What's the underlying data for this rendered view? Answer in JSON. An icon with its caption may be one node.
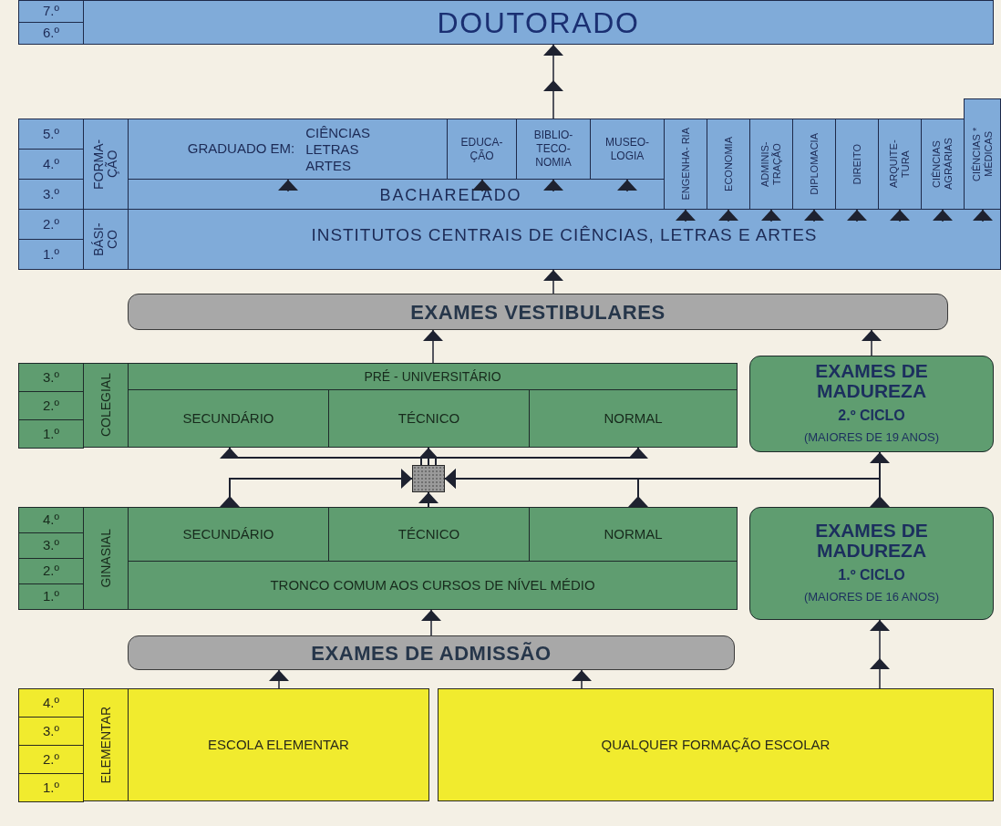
{
  "diagram": {
    "nodes": [
      {
        "text": [
          "7.º"
        ]
      },
      {
        "text": [
          "6.º"
        ]
      },
      {
        "text": [
          "DOUTORADO"
        ]
      },
      {
        "text": [
          "5.º"
        ]
      },
      {
        "text": [
          "4.º"
        ]
      },
      {
        "text": [
          "3.º"
        ]
      },
      {
        "text": [
          "2.º"
        ]
      },
      {
        "text": [
          "1.º"
        ]
      },
      {
        "text": [
          "FORMA- ÇÃO"
        ]
      },
      {
        "text": [
          "BÁSI- CO"
        ]
      },
      {
        "text": [
          "GRADUADO EM:",
          "CIÊNCIAS LETRAS ARTES"
        ]
      },
      {
        "text": [
          "EDUCA- ÇÃO"
        ]
      },
      {
        "text": [
          "BIBLIO- TECO- NOMIA"
        ]
      },
      {
        "text": [
          "MUSEO- LOGIA"
        ]
      },
      {
        "text": [
          "BACHARELADO"
        ]
      },
      {
        "text": [
          "ENGENHA- RIA"
        ]
      },
      {
        "text": [
          "ECONOMIA"
        ]
      },
      {
        "text": [
          "ADMINIS- TRAÇÃO"
        ]
      },
      {
        "text": [
          "DIPLOMACIA"
        ]
      },
      {
        "text": [
          "DIREITO"
        ]
      },
      {
        "text": [
          "ARQUITE- TURA"
        ]
      },
      {
        "text": [
          "CIÊNCIAS AGRÁRIAS"
        ]
      },
      {
        "text": [
          "CIÊNCIAS * MÉDICAS"
        ]
      },
      {
        "text": [
          "INSTITUTOS CENTRAIS DE CIÊNCIAS, LETRAS E ARTES"
        ]
      },
      {
        "text": [
          "EXAMES VESTIBULARES"
        ]
      },
      {
        "text": [
          "3.º"
        ]
      },
      {
        "text": [
          "2.º"
        ]
      },
      {
        "text": [
          "1.º"
        ]
      },
      {
        "text": [
          "COLEGIAL"
        ]
      },
      {
        "text": [
          "PRÉ - UNIVERSITÁRIO"
        ]
      },
      {
        "text": [
          "SECUNDÁRIO"
        ]
      },
      {
        "text": [
          "TÉCNICO"
        ]
      },
      {
        "text": [
          "NORMAL"
        ]
      },
      {
        "text": [
          "EXAMES DE MADUREZA",
          "2.º CICLO",
          "(MAIORES DE 19 ANOS)"
        ]
      },
      {
        "text": [],
        "shape": "box"
      },
      {
        "text": [
          "4.º"
        ]
      },
      {
        "text": [
          "3.º"
        ]
      },
      {
        "text": [
          "2.º"
        ]
      },
      {
        "text": [
          "1.º"
        ]
      },
      {
        "text": [
          "GINASIAL"
        ]
      },
      {
        "text": [
          "SECUNDÁRIO"
        ]
      },
      {
        "text": [
          "TÉCNICO"
        ]
      },
      {
        "text": [
          "NORMAL"
        ]
      },
      {
        "text": [
          "TRONCO COMUM AOS CURSOS DE NÍVEL MÉDIO"
        ]
      },
      {
        "text": [
          "EXAMES DE MADUREZA",
          "1.º CICLO",
          "(MAIORES DE 16 ANOS)"
        ]
      },
      {
        "text": [
          "EXAMES DE ADMISSÃO"
        ]
      },
      {
        "text": [
          "4.º"
        ]
      },
      {
        "text": [
          "3.º"
        ]
      },
      {
        "text": [
          "2.º"
        ]
      },
      {
        "text": [
          "1.º"
        ]
      },
      {
        "text": [
          "ELEMENTAR"
        ]
      },
      {
        "text": [
          "ESCOLA ELEMENTAR"
        ]
      },
      {
        "text": [
          "QUALQUER FORMAÇÃO ESCOLAR"
        ]
      }
    ],
    "edges": [
      {
        "from": 12,
        "to": 2,
        "arrow": "to"
      },
      {
        "from": 14,
        "to": 10,
        "arrow": "to"
      },
      {
        "from": 14,
        "to": 11,
        "arrow": "to"
      },
      {
        "from": 14,
        "to": 12,
        "arrow": "to"
      },
      {
        "from": 14,
        "to": 13,
        "arrow": "to"
      },
      {
        "from": 23,
        "to": 15,
        "arrow": "to"
      },
      {
        "from": 23,
        "to": 16,
        "arrow": "to"
      },
      {
        "from": 23,
        "to": 17,
        "arrow": "to"
      },
      {
        "from": 23,
        "to": 18,
        "arrow": "to"
      },
      {
        "from": 23,
        "to": 19,
        "arrow": "to"
      },
      {
        "from": 23,
        "to": 20,
        "arrow": "to"
      },
      {
        "from": 23,
        "to": 21,
        "arrow": "to"
      },
      {
        "from": 23,
        "to": 22,
        "arrow": "to"
      },
      {
        "from": 24,
        "to": 23,
        "arrow": "to"
      },
      {
        "from": 29,
        "to": 24,
        "arrow": "to"
      },
      {
        "from": 34,
        "to": 30,
        "arrow": "to"
      },
      {
        "from": 34,
        "to": 31,
        "arrow": "to"
      },
      {
        "from": 34,
        "to": 32,
        "arrow": "to"
      },
      {
        "from": 40,
        "to": 34,
        "arrow": "to"
      },
      {
        "from": 41,
        "to": 34,
        "arrow": "to"
      },
      {
        "from": 42,
        "to": 34,
        "arrow": "to"
      },
      {
        "from": 44,
        "to": 34,
        "arrow": "to"
      },
      {
        "from": 44,
        "to": 33,
        "arrow": "to"
      },
      {
        "from": 33,
        "to": 24,
        "arrow": "to"
      },
      {
        "from": 45,
        "to": 43,
        "arrow": "to"
      },
      {
        "from": 51,
        "to": 45,
        "arrow": "to"
      },
      {
        "from": 52,
        "to": 45,
        "arrow": "to"
      },
      {
        "from": 52,
        "to": 44,
        "arrow": "to"
      }
    ]
  }
}
